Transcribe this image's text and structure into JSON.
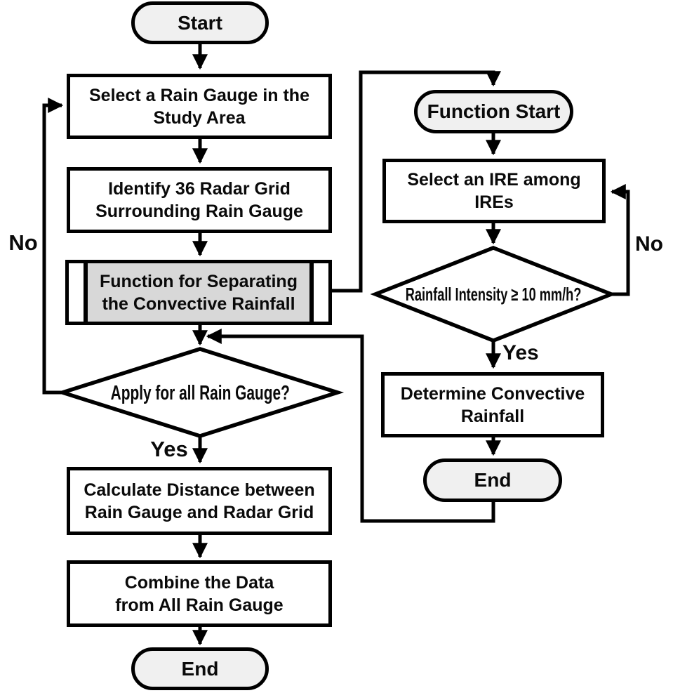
{
  "colors": {
    "stroke": "#000000",
    "terminator_fill": "#f0f0f0",
    "process_fill": "#ffffff",
    "subroutine_fill": "#d8d8d8"
  },
  "nodes": {
    "start": "Start",
    "select_gauge": "Select a Rain Gauge in the\nStudy Area",
    "identify_grid": "Identify 36 Radar Grid\nSurrounding Rain Gauge",
    "function_separating": "Function for Separating\nthe Convective Rainfall",
    "apply_all": "Apply for all Rain Gauge?",
    "calculate_distance": "Calculate Distance between\nRain Gauge and Radar Grid",
    "combine_data": "Combine the Data\nfrom All Rain Gauge",
    "end_main": "End",
    "function_start": "Function Start",
    "select_ire": "Select an IRE among\nIREs",
    "rainfall_intensity": "Rainfall Intensity ≥ 10 mm/h?",
    "determine_convective": "Determine Convective\nRainfall",
    "end_function": "End"
  },
  "edge_labels": {
    "main_no": "No",
    "main_yes": "Yes",
    "function_no": "No",
    "function_yes": "Yes"
  }
}
